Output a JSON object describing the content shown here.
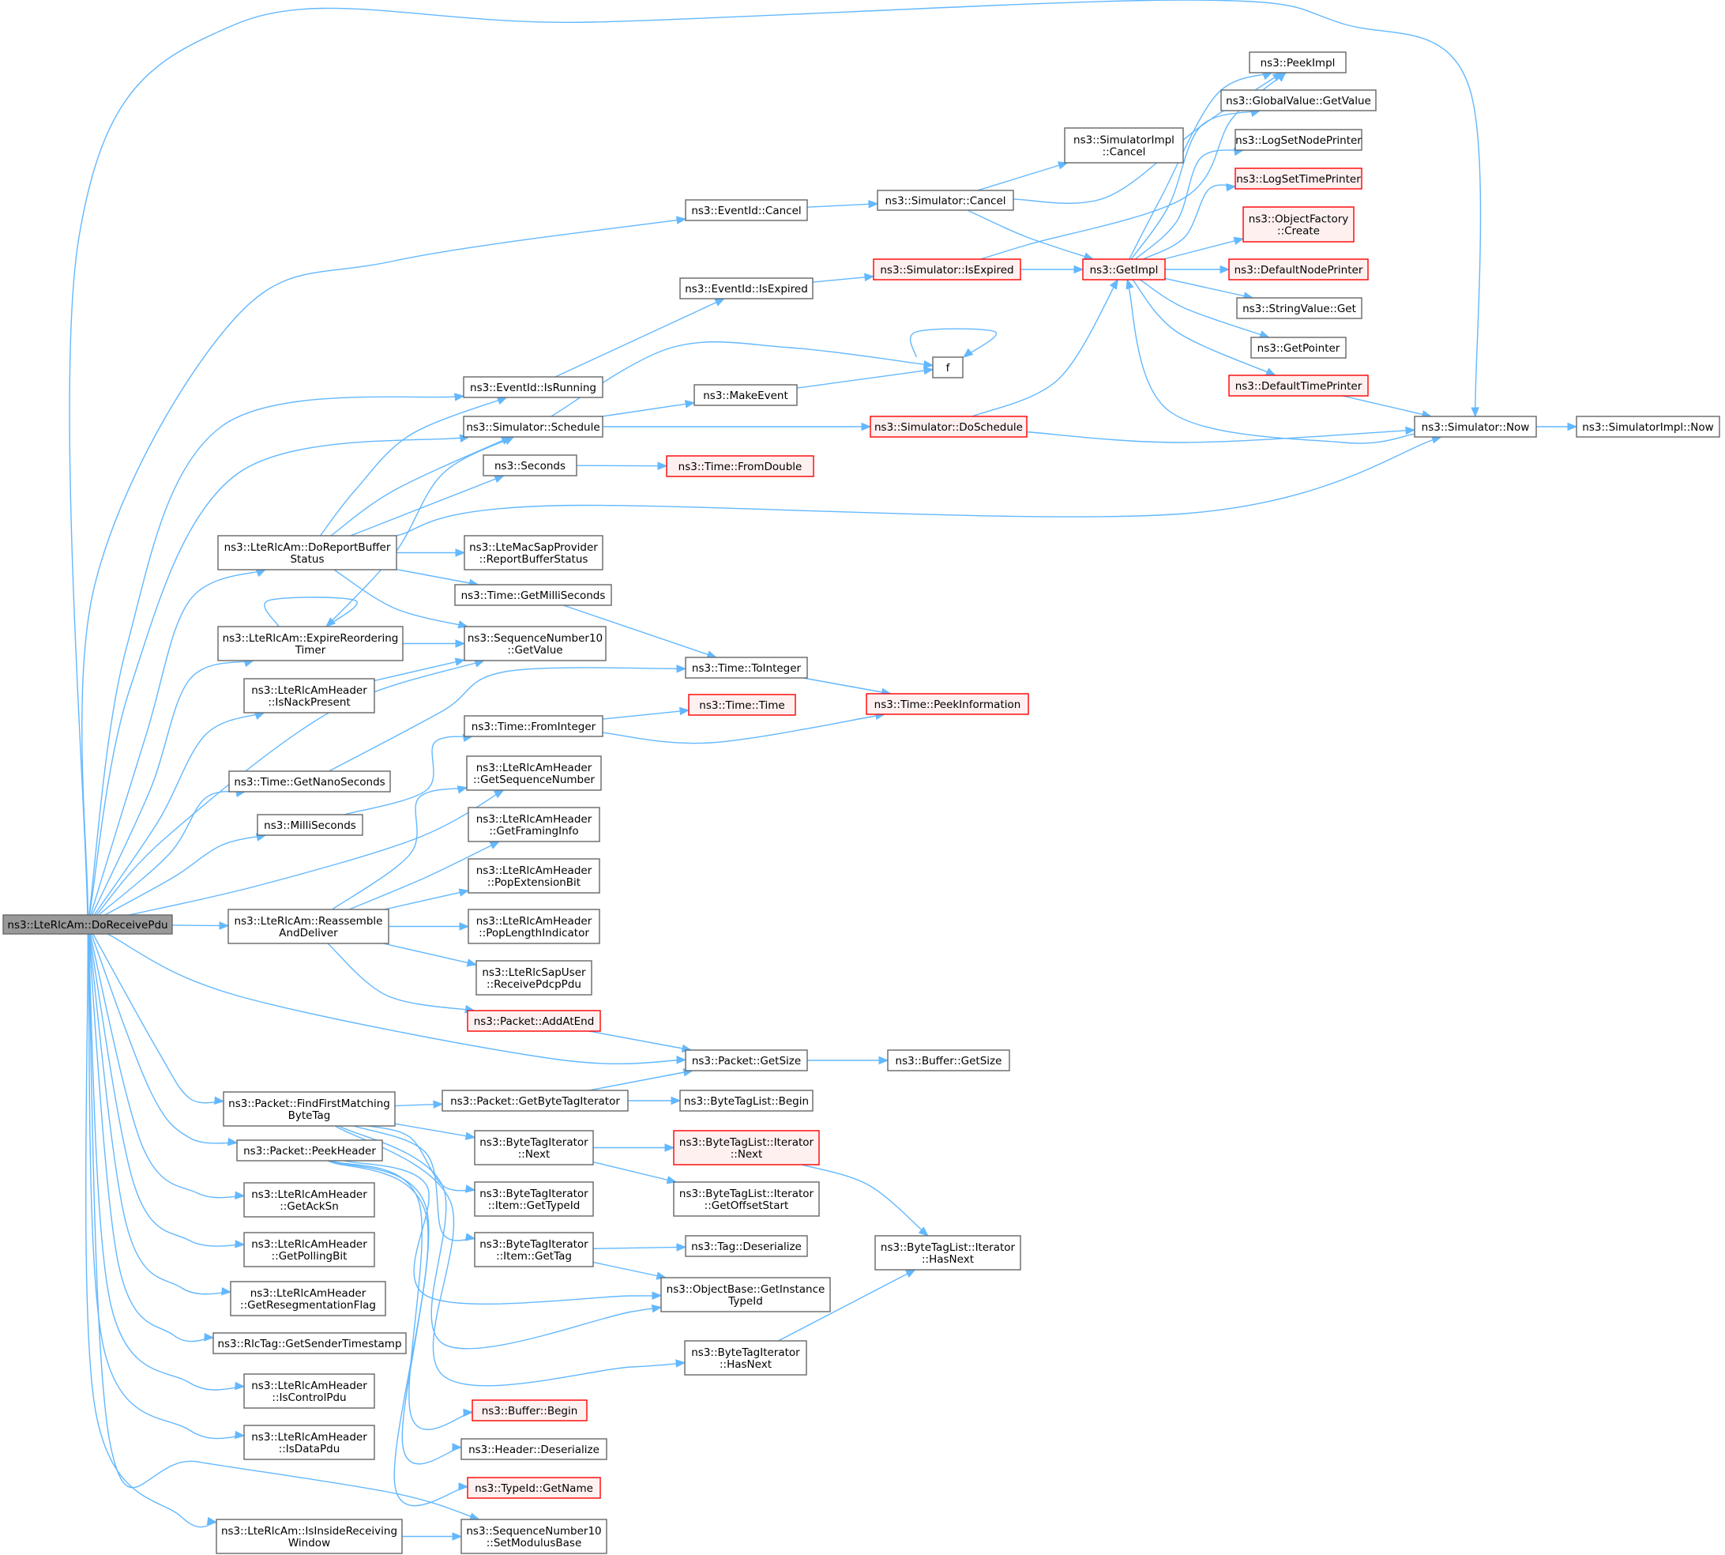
{
  "diagram": {
    "nodes": [
      {
        "id": "root",
        "lines": [
          "ns3::LteRlcAm::DoReceivePdu"
        ],
        "style": "root"
      },
      {
        "id": "EventIdCancel",
        "lines": [
          "ns3::EventId::Cancel"
        ],
        "style": "normal"
      },
      {
        "id": "SimCancel",
        "lines": [
          "ns3::Simulator::Cancel"
        ],
        "style": "normal"
      },
      {
        "id": "SimImplCancel",
        "lines": [
          "ns3::SimulatorImpl",
          "::Cancel"
        ],
        "style": "normal"
      },
      {
        "id": "PeekImpl",
        "lines": [
          "ns3::PeekImpl"
        ],
        "style": "normal"
      },
      {
        "id": "GlobalValueGetValue",
        "lines": [
          "ns3::GlobalValue::GetValue"
        ],
        "style": "normal"
      },
      {
        "id": "LogSetNodePrinter",
        "lines": [
          "ns3::LogSetNodePrinter"
        ],
        "style": "normal"
      },
      {
        "id": "LogSetTimePrinter",
        "lines": [
          "ns3::LogSetTimePrinter"
        ],
        "style": "red"
      },
      {
        "id": "ObjectFactoryCreate",
        "lines": [
          "ns3::ObjectFactory",
          "::Create"
        ],
        "style": "red"
      },
      {
        "id": "DefaultNodePrinter",
        "lines": [
          "ns3::DefaultNodePrinter"
        ],
        "style": "red"
      },
      {
        "id": "StringValueGet",
        "lines": [
          "ns3::StringValue::Get"
        ],
        "style": "normal"
      },
      {
        "id": "GetPointer",
        "lines": [
          "ns3::GetPointer"
        ],
        "style": "normal"
      },
      {
        "id": "DefaultTimePrinter",
        "lines": [
          "ns3::DefaultTimePrinter"
        ],
        "style": "red"
      },
      {
        "id": "GetImpl",
        "lines": [
          "ns3::GetImpl"
        ],
        "style": "red"
      },
      {
        "id": "SimIsExpired",
        "lines": [
          "ns3::Simulator::IsExpired"
        ],
        "style": "red"
      },
      {
        "id": "EventIdIsExpired",
        "lines": [
          "ns3::EventId::IsExpired"
        ],
        "style": "normal"
      },
      {
        "id": "f",
        "lines": [
          "f"
        ],
        "style": "normal"
      },
      {
        "id": "EventIdIsRunning",
        "lines": [
          "ns3::EventId::IsRunning"
        ],
        "style": "normal"
      },
      {
        "id": "MakeEvent",
        "lines": [
          "ns3::MakeEvent"
        ],
        "style": "normal"
      },
      {
        "id": "SimSchedule",
        "lines": [
          "ns3::Simulator::Schedule"
        ],
        "style": "normal"
      },
      {
        "id": "SimDoSchedule",
        "lines": [
          "ns3::Simulator::DoSchedule"
        ],
        "style": "red"
      },
      {
        "id": "SimNow",
        "lines": [
          "ns3::Simulator::Now"
        ],
        "style": "normal"
      },
      {
        "id": "SimImplNow",
        "lines": [
          "ns3::SimulatorImpl::Now"
        ],
        "style": "normal"
      },
      {
        "id": "Seconds",
        "lines": [
          "ns3::Seconds"
        ],
        "style": "normal"
      },
      {
        "id": "TimeFromDouble",
        "lines": [
          "ns3::Time::FromDouble"
        ],
        "style": "red"
      },
      {
        "id": "DoReportBufferStatus",
        "lines": [
          "ns3::LteRlcAm::DoReportBuffer",
          "Status"
        ],
        "style": "normal"
      },
      {
        "id": "ReportBufferStatus",
        "lines": [
          "ns3::LteMacSapProvider",
          "::ReportBufferStatus"
        ],
        "style": "normal"
      },
      {
        "id": "TimeGetMilliSeconds",
        "lines": [
          "ns3::Time::GetMilliSeconds"
        ],
        "style": "normal"
      },
      {
        "id": "ExpireReorderingTimer",
        "lines": [
          "ns3::LteRlcAm::ExpireReordering",
          "Timer"
        ],
        "style": "normal"
      },
      {
        "id": "SeqNumGetValue",
        "lines": [
          "ns3::SequenceNumber10",
          "::GetValue"
        ],
        "style": "normal"
      },
      {
        "id": "IsNackPresent",
        "lines": [
          "ns3::LteRlcAmHeader",
          "::IsNackPresent"
        ],
        "style": "normal"
      },
      {
        "id": "TimeToInteger",
        "lines": [
          "ns3::Time::ToInteger"
        ],
        "style": "normal"
      },
      {
        "id": "TimePeekInformation",
        "lines": [
          "ns3::Time::PeekInformation"
        ],
        "style": "red"
      },
      {
        "id": "TimeTime",
        "lines": [
          "ns3::Time::Time"
        ],
        "style": "red"
      },
      {
        "id": "TimeFromInteger",
        "lines": [
          "ns3::Time::FromInteger"
        ],
        "style": "normal"
      },
      {
        "id": "TimeGetNanoSeconds",
        "lines": [
          "ns3::Time::GetNanoSeconds"
        ],
        "style": "normal"
      },
      {
        "id": "MilliSeconds",
        "lines": [
          "ns3::MilliSeconds"
        ],
        "style": "normal"
      },
      {
        "id": "GetSequenceNumber",
        "lines": [
          "ns3::LteRlcAmHeader",
          "::GetSequenceNumber"
        ],
        "style": "normal"
      },
      {
        "id": "GetFramingInfo",
        "lines": [
          "ns3::LteRlcAmHeader",
          "::GetFramingInfo"
        ],
        "style": "normal"
      },
      {
        "id": "PopExtensionBit",
        "lines": [
          "ns3::LteRlcAmHeader",
          "::PopExtensionBit"
        ],
        "style": "normal"
      },
      {
        "id": "ReassembleAndDeliver",
        "lines": [
          "ns3::LteRlcAm::Reassemble",
          "AndDeliver"
        ],
        "style": "normal"
      },
      {
        "id": "PopLengthIndicator",
        "lines": [
          "ns3::LteRlcAmHeader",
          "::PopLengthIndicator"
        ],
        "style": "normal"
      },
      {
        "id": "ReceivePdcpPdu",
        "lines": [
          "ns3::LteRlcSapUser",
          "::ReceivePdcpPdu"
        ],
        "style": "normal"
      },
      {
        "id": "PacketAddAtEnd",
        "lines": [
          "ns3::Packet::AddAtEnd"
        ],
        "style": "red"
      },
      {
        "id": "PacketGetSize",
        "lines": [
          "ns3::Packet::GetSize"
        ],
        "style": "normal"
      },
      {
        "id": "BufferGetSize",
        "lines": [
          "ns3::Buffer::GetSize"
        ],
        "style": "normal"
      },
      {
        "id": "FindFirstMatchingByteTag",
        "lines": [
          "ns3::Packet::FindFirstMatching",
          "ByteTag"
        ],
        "style": "normal"
      },
      {
        "id": "GetByteTagIterator",
        "lines": [
          "ns3::Packet::GetByteTagIterator"
        ],
        "style": "normal"
      },
      {
        "id": "ByteTagListBegin",
        "lines": [
          "ns3::ByteTagList::Begin"
        ],
        "style": "normal"
      },
      {
        "id": "ByteTagIteratorNext",
        "lines": [
          "ns3::ByteTagIterator",
          "::Next"
        ],
        "style": "normal"
      },
      {
        "id": "ByteTagListIteratorNext",
        "lines": [
          "ns3::ByteTagList::Iterator",
          "::Next"
        ],
        "style": "red"
      },
      {
        "id": "PacketPeekHeader",
        "lines": [
          "ns3::Packet::PeekHeader"
        ],
        "style": "normal"
      },
      {
        "id": "GetAckSn",
        "lines": [
          "ns3::LteRlcAmHeader",
          "::GetAckSn"
        ],
        "style": "normal"
      },
      {
        "id": "ItemGetTypeId",
        "lines": [
          "ns3::ByteTagIterator",
          "::Item::GetTypeId"
        ],
        "style": "normal"
      },
      {
        "id": "GetOffsetStart",
        "lines": [
          "ns3::ByteTagList::Iterator",
          "::GetOffsetStart"
        ],
        "style": "normal"
      },
      {
        "id": "GetPollingBit",
        "lines": [
          "ns3::LteRlcAmHeader",
          "::GetPollingBit"
        ],
        "style": "normal"
      },
      {
        "id": "ItemGetTag",
        "lines": [
          "ns3::ByteTagIterator",
          "::Item::GetTag"
        ],
        "style": "normal"
      },
      {
        "id": "TagDeserialize",
        "lines": [
          "ns3::Tag::Deserialize"
        ],
        "style": "normal"
      },
      {
        "id": "ByteTagListIteratorHasNext",
        "lines": [
          "ns3::ByteTagList::Iterator",
          "::HasNext"
        ],
        "style": "normal"
      },
      {
        "id": "GetResegmentationFlag",
        "lines": [
          "ns3::LteRlcAmHeader",
          "::GetResegmentationFlag"
        ],
        "style": "normal"
      },
      {
        "id": "ObjectBaseGetInstanceTypeId",
        "lines": [
          "ns3::ObjectBase::GetInstance",
          "TypeId"
        ],
        "style": "normal"
      },
      {
        "id": "RlcTagGetSenderTimestamp",
        "lines": [
          "ns3::RlcTag::GetSenderTimestamp"
        ],
        "style": "normal"
      },
      {
        "id": "ByteTagIteratorHasNext",
        "lines": [
          "ns3::ByteTagIterator",
          "::HasNext"
        ],
        "style": "normal"
      },
      {
        "id": "IsControlPdu",
        "lines": [
          "ns3::LteRlcAmHeader",
          "::IsControlPdu"
        ],
        "style": "normal"
      },
      {
        "id": "BufferBegin",
        "lines": [
          "ns3::Buffer::Begin"
        ],
        "style": "red"
      },
      {
        "id": "IsDataPdu",
        "lines": [
          "ns3::LteRlcAmHeader",
          "::IsDataPdu"
        ],
        "style": "normal"
      },
      {
        "id": "HeaderDeserialize",
        "lines": [
          "ns3::Header::Deserialize"
        ],
        "style": "normal"
      },
      {
        "id": "TypeIdGetName",
        "lines": [
          "ns3::TypeId::GetName"
        ],
        "style": "red"
      },
      {
        "id": "IsInsideReceivingWindow",
        "lines": [
          "ns3::LteRlcAm::IsInsideReceiving",
          "Window"
        ],
        "style": "normal"
      },
      {
        "id": "SetModulusBase",
        "lines": [
          "ns3::SequenceNumber10",
          "::SetModulusBase"
        ],
        "style": "normal"
      }
    ],
    "colors": {
      "edge": "#63b8ff",
      "node_border": "#666666",
      "node_fill": "#ffffff",
      "red_border": "#ff0000",
      "red_fill": "#fff0f0",
      "root_fill": "#999999",
      "text": "#000000"
    }
  }
}
